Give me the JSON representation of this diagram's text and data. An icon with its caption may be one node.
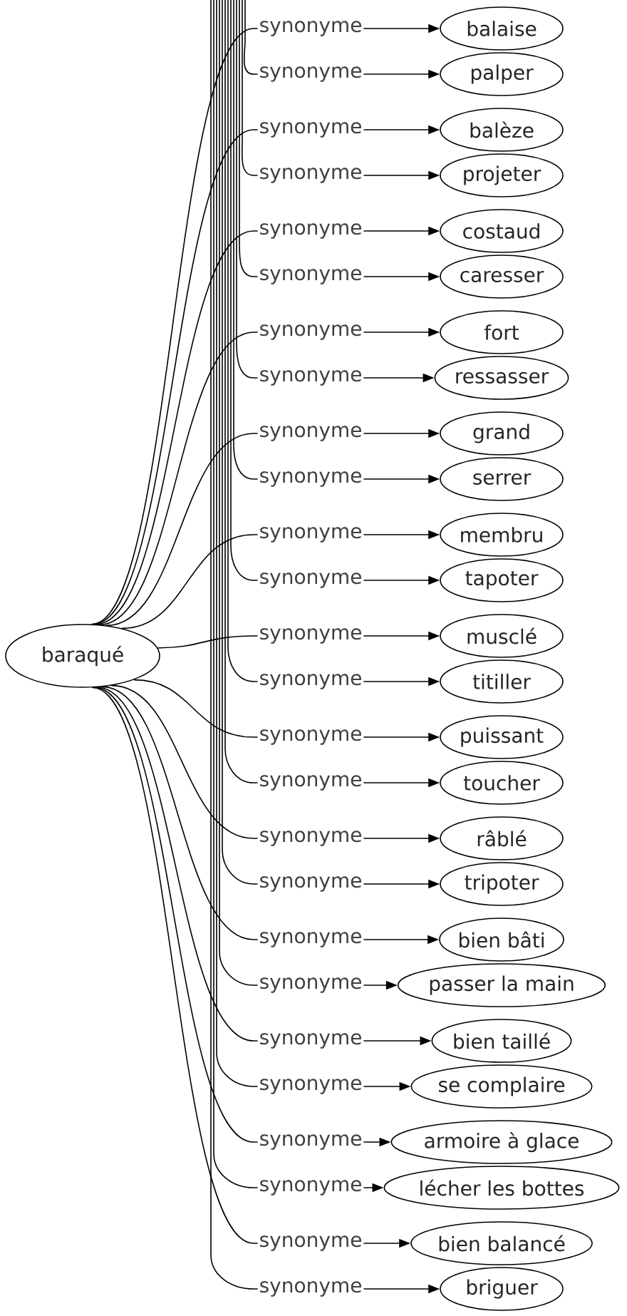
{
  "diagram": {
    "nodes": [
      {
        "text": [
          "baraqué"
        ]
      },
      {
        "text": [
          "balaise"
        ]
      },
      {
        "text": [
          "palper"
        ]
      },
      {
        "text": [
          "balèze"
        ]
      },
      {
        "text": [
          "projeter"
        ]
      },
      {
        "text": [
          "costaud"
        ]
      },
      {
        "text": [
          "caresser"
        ]
      },
      {
        "text": [
          "fort"
        ]
      },
      {
        "text": [
          "ressasser"
        ]
      },
      {
        "text": [
          "grand"
        ]
      },
      {
        "text": [
          "serrer"
        ]
      },
      {
        "text": [
          "membru"
        ]
      },
      {
        "text": [
          "tapoter"
        ]
      },
      {
        "text": [
          "musclé"
        ]
      },
      {
        "text": [
          "titiller"
        ]
      },
      {
        "text": [
          "puissant"
        ]
      },
      {
        "text": [
          "toucher"
        ]
      },
      {
        "text": [
          "râblé"
        ]
      },
      {
        "text": [
          "tripoter"
        ]
      },
      {
        "text": [
          "bien bâti"
        ]
      },
      {
        "text": [
          "passer la main"
        ]
      },
      {
        "text": [
          "bien taillé"
        ]
      },
      {
        "text": [
          "se complaire"
        ]
      },
      {
        "text": [
          "armoire à glace"
        ]
      },
      {
        "text": [
          "lécher les bottes"
        ]
      },
      {
        "text": [
          "bien balancé"
        ]
      },
      {
        "text": [
          "briguer"
        ]
      }
    ],
    "edges": [
      {
        "from": 0,
        "to": 1,
        "label": "synonyme",
        "arrow": "to"
      },
      {
        "from": null,
        "to": 2,
        "label": "synonyme",
        "arrow": "to"
      },
      {
        "from": 0,
        "to": 3,
        "label": "synonyme",
        "arrow": "to"
      },
      {
        "from": null,
        "to": 4,
        "label": "synonyme",
        "arrow": "to"
      },
      {
        "from": 0,
        "to": 5,
        "label": "synonyme",
        "arrow": "to"
      },
      {
        "from": null,
        "to": 6,
        "label": "synonyme",
        "arrow": "to"
      },
      {
        "from": 0,
        "to": 7,
        "label": "synonyme",
        "arrow": "to"
      },
      {
        "from": null,
        "to": 8,
        "label": "synonyme",
        "arrow": "to"
      },
      {
        "from": 0,
        "to": 9,
        "label": "synonyme",
        "arrow": "to"
      },
      {
        "from": null,
        "to": 10,
        "label": "synonyme",
        "arrow": "to"
      },
      {
        "from": 0,
        "to": 11,
        "label": "synonyme",
        "arrow": "to"
      },
      {
        "from": null,
        "to": 12,
        "label": "synonyme",
        "arrow": "to"
      },
      {
        "from": 0,
        "to": 13,
        "label": "synonyme",
        "arrow": "to"
      },
      {
        "from": null,
        "to": 14,
        "label": "synonyme",
        "arrow": "to"
      },
      {
        "from": 0,
        "to": 15,
        "label": "synonyme",
        "arrow": "to"
      },
      {
        "from": null,
        "to": 16,
        "label": "synonyme",
        "arrow": "to"
      },
      {
        "from": 0,
        "to": 17,
        "label": "synonyme",
        "arrow": "to"
      },
      {
        "from": null,
        "to": 18,
        "label": "synonyme",
        "arrow": "to"
      },
      {
        "from": 0,
        "to": 19,
        "label": "synonyme",
        "arrow": "to"
      },
      {
        "from": null,
        "to": 20,
        "label": "synonyme",
        "arrow": "to"
      },
      {
        "from": 0,
        "to": 21,
        "label": "synonyme",
        "arrow": "to"
      },
      {
        "from": null,
        "to": 22,
        "label": "synonyme",
        "arrow": "to"
      },
      {
        "from": 0,
        "to": 23,
        "label": "synonyme",
        "arrow": "to"
      },
      {
        "from": null,
        "to": 24,
        "label": "synonyme",
        "arrow": "to"
      },
      {
        "from": 0,
        "to": 25,
        "label": "synonyme",
        "arrow": "to"
      },
      {
        "from": null,
        "to": 26,
        "label": "synonyme",
        "arrow": "to"
      }
    ]
  }
}
